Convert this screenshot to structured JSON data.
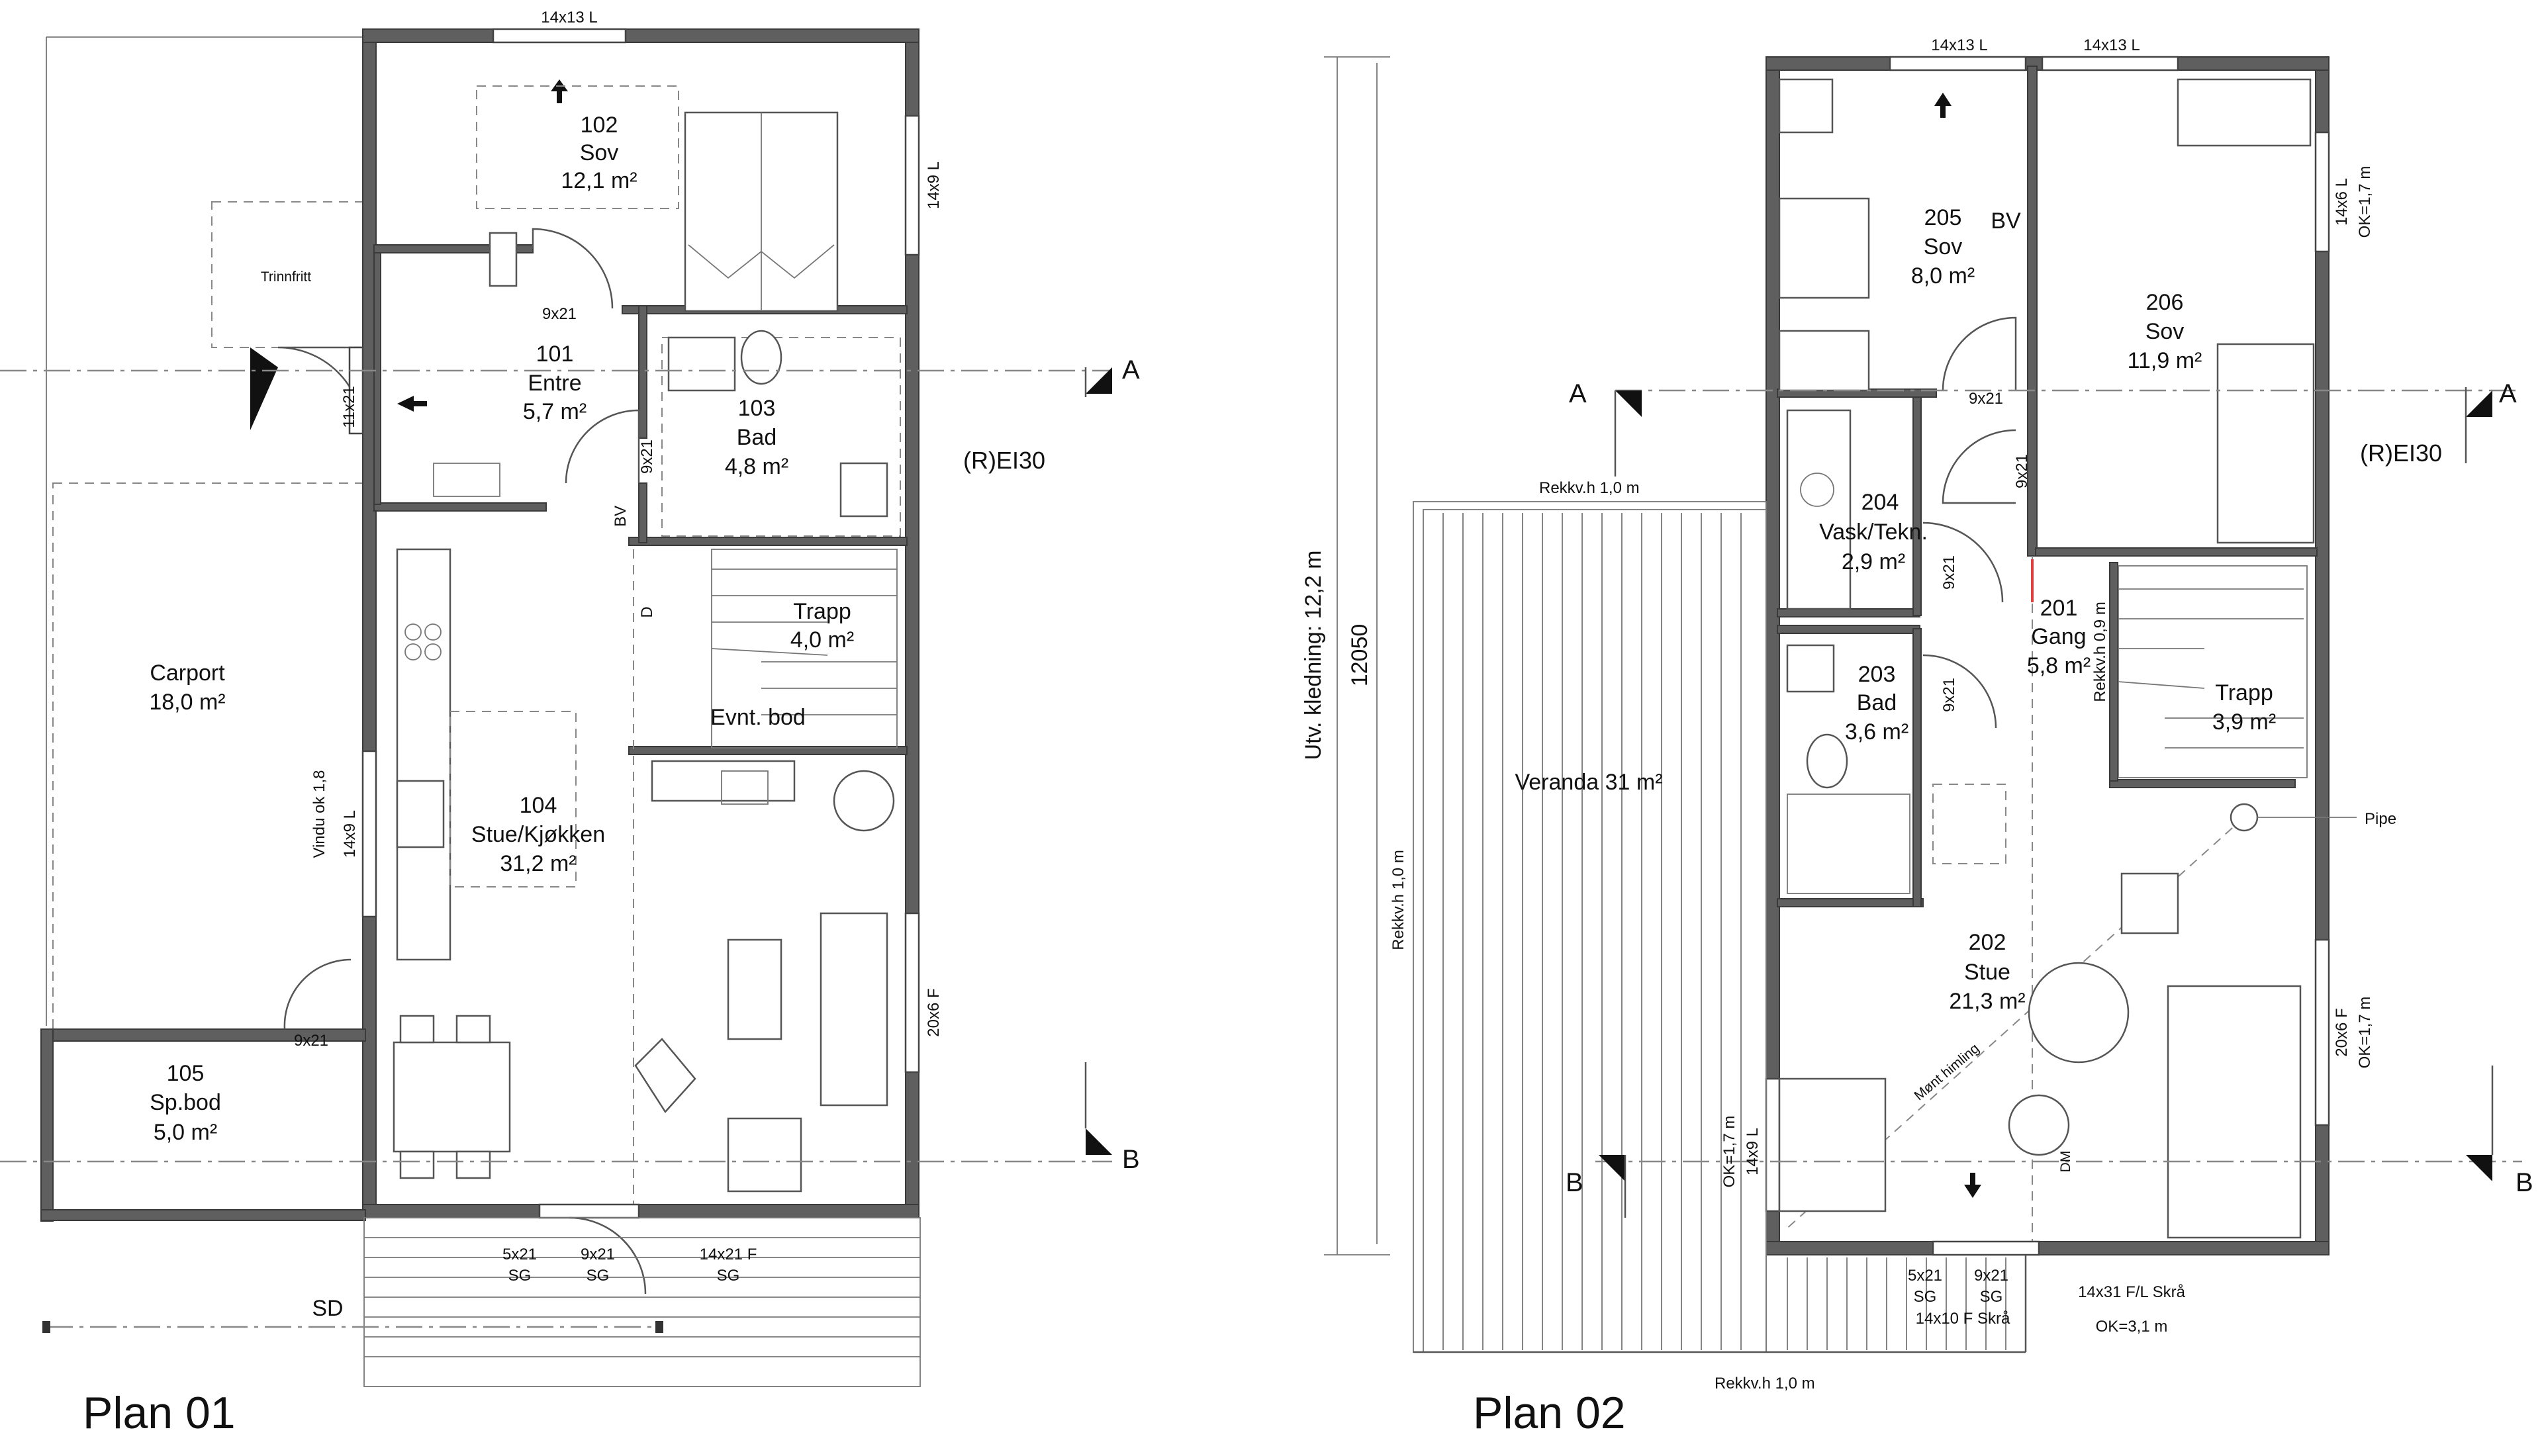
{
  "plan1": {
    "title": "Plan 01",
    "rooms": {
      "r102": {
        "number": "102",
        "name": "Sov",
        "area": "12,1 m²"
      },
      "r101": {
        "number": "101",
        "name": "Entre",
        "area": "5,7 m²"
      },
      "r103": {
        "number": "103",
        "name": "Bad",
        "area": "4,8 m²"
      },
      "trapp": {
        "name": "Trapp",
        "area": "4,0 m²"
      },
      "r104": {
        "number": "104",
        "name": "Stue/Kjøkken",
        "area": "31,2 m²"
      },
      "carport": {
        "name": "Carport",
        "area": "18,0 m²"
      },
      "r105": {
        "number": "105",
        "name": "Sp.bod",
        "area": "5,0 m²"
      }
    },
    "labels": {
      "trinnfritt": "Trinnfritt",
      "evnt_bod": "Evnt. bod",
      "fire_rating": "(R)EI30",
      "sd": "SD",
      "bv": "BV",
      "vindu": "Vindu ok 1,8",
      "d_small": "D"
    },
    "openings": {
      "w_top": "14x13 L",
      "w_right_top": "14x9 L",
      "w_right_mid": "20x6 F",
      "w_left": "14x9 L",
      "door_101": "9x21",
      "door_103": "9x21",
      "door_front": "11x21",
      "door_105": "9x21",
      "b_5x21": "5x21",
      "b_9x21": "9x21",
      "b_14x21": "14x21 F",
      "sg1": "SG",
      "sg2": "SG",
      "sg3": "SG"
    },
    "sections": {
      "a": "A",
      "b": "B"
    }
  },
  "plan2": {
    "title": "Plan 02",
    "rooms": {
      "r205": {
        "number": "205",
        "name": "Sov",
        "area": "8,0 m²"
      },
      "r206": {
        "number": "206",
        "name": "Sov",
        "area": "11,9 m²"
      },
      "r204": {
        "number": "204",
        "name": "Vask/Tekn.",
        "area": "2,9 m²"
      },
      "r201": {
        "number": "201",
        "name": "Gang",
        "area": "5,8 m²"
      },
      "r203": {
        "number": "203",
        "name": "Bad",
        "area": "3,6 m²"
      },
      "trapp": {
        "name": "Trapp",
        "area": "3,9 m²"
      },
      "r202": {
        "number": "202",
        "name": "Stue",
        "area": "21,3 m²"
      },
      "veranda": {
        "name": "Veranda 31 m²"
      }
    },
    "labels": {
      "fire_rating": "(R)EI30",
      "bv": "BV",
      "pipe": "Pipe",
      "rekkv_top": "Rekkv.h  1,0 m",
      "rekkv_left": "Rekkv.h  1,0 m",
      "rekkv_bottom": "Rekkv.h  1,0 m",
      "rekkv_stair": "Rekkv.h  0,9 m",
      "utv_kledning": "Utv. kledning: 12,2 m",
      "dim_12050": "12050",
      "mont_himling": "Mønt himling",
      "dm": "DM"
    },
    "openings": {
      "w_top_l": "14x13 L",
      "w_top_r": "14x13 L",
      "w_right_top": "14x6 L",
      "w_right_top_ok": "OK=1,7 m",
      "w_right_mid": "20x6 F",
      "w_right_mid_ok": "OK=1,7 m",
      "w_left_low": "14x9 L",
      "w_left_low_ok": "OK=1,7 m",
      "door_205": "9x21",
      "door_206": "9x21",
      "door_204": "9x21",
      "door_203": "9x21",
      "b_5x21": "5x21",
      "b_9x21": "9x21",
      "sg1": "SG",
      "sg2": "SG",
      "b_14x10": "14x10 F Skrå",
      "b_14x31": "14x31 F/L Skrå",
      "b_ok31": "OK=3,1 m"
    },
    "sections": {
      "a_left": "A",
      "a_right": "A",
      "b_left": "B",
      "b_right": "B"
    }
  }
}
